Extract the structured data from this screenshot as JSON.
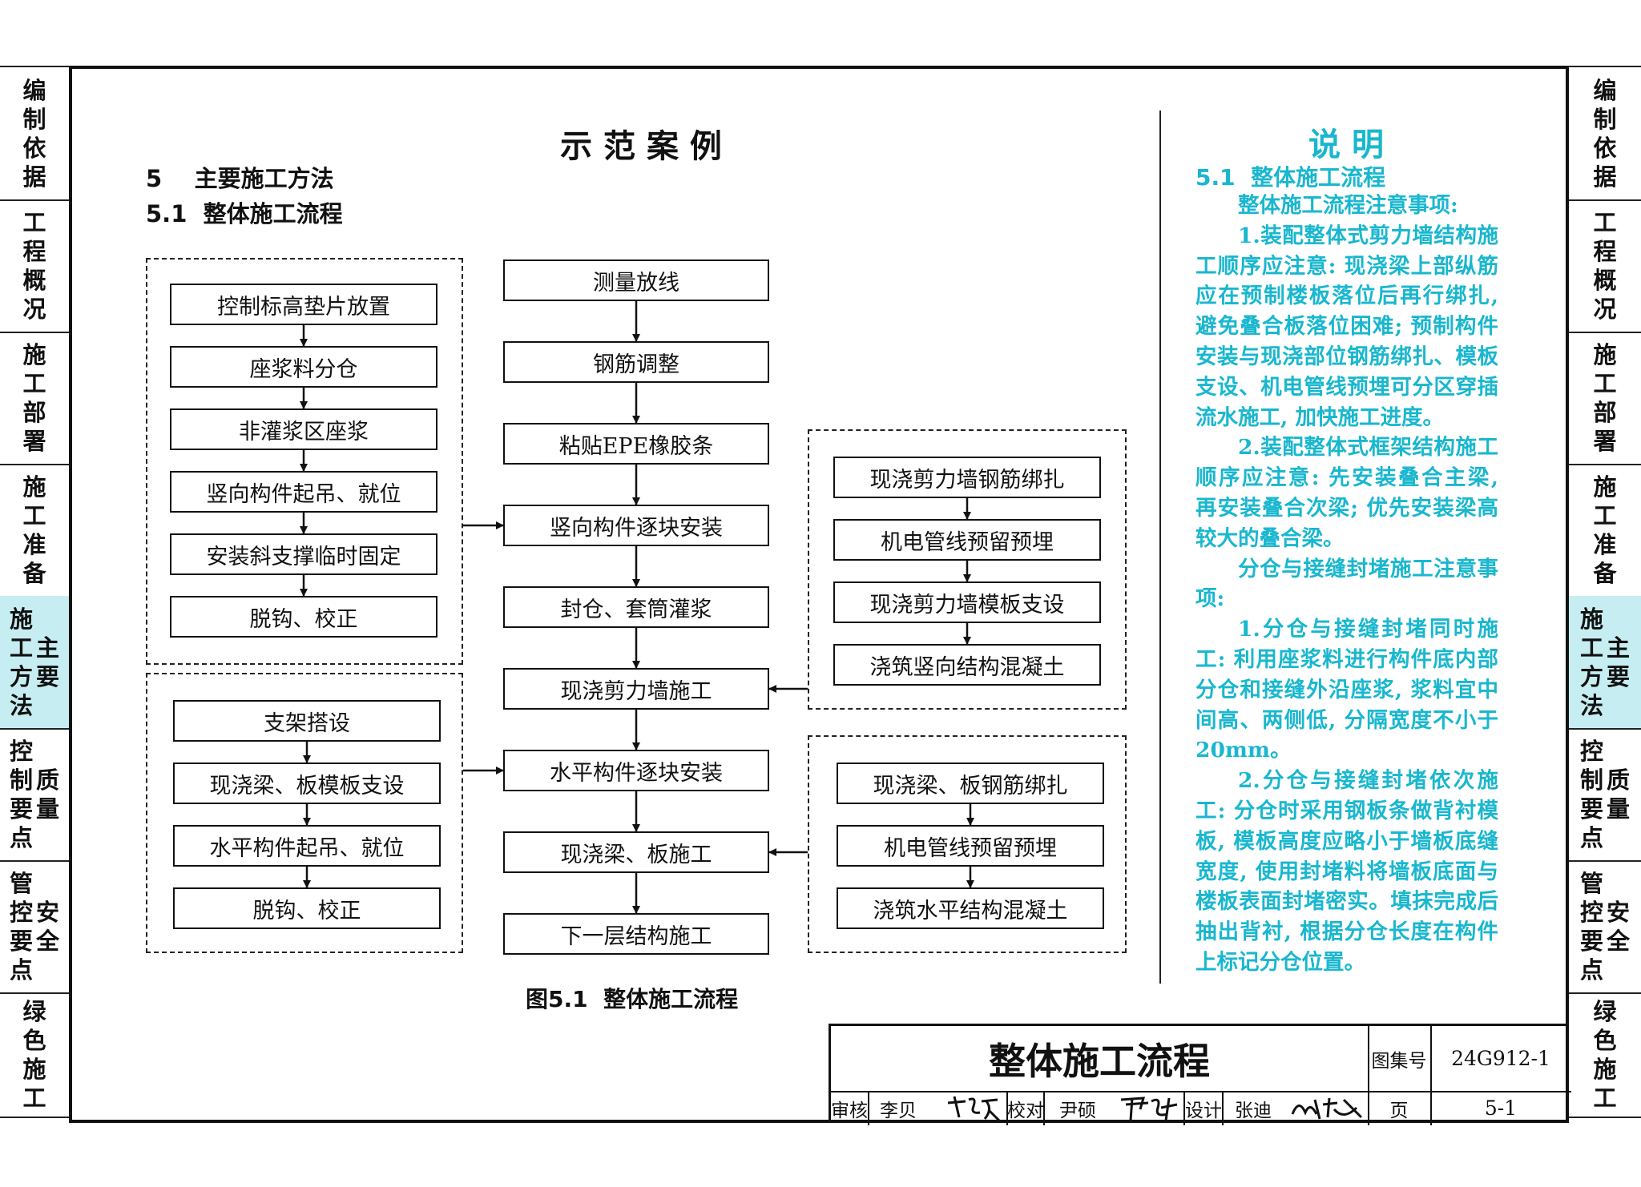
{
  "sidebar": {
    "items": [
      {
        "label": "编\n制\n依\n据",
        "label2": "",
        "active": false
      },
      {
        "label": "工\n程\n概\n况",
        "label2": "",
        "active": false
      },
      {
        "label": "施\n工\n部\n署",
        "label2": "",
        "active": false
      },
      {
        "label": "施\n工\n准\n备",
        "label2": "",
        "active": false
      },
      {
        "label": "施\n工\n方\n法",
        "label2": "主\n要",
        "active": true
      },
      {
        "label": "控\n制\n要\n点",
        "label2": "质\n量",
        "active": false
      },
      {
        "label": "管\n控\n要\n点",
        "label2": "安\n全",
        "active": false
      },
      {
        "label": "绿\n色\n施\n工",
        "label2": "",
        "active": false
      }
    ]
  },
  "header": {
    "title": "示 范 案 例",
    "section": "5    主要施工方法",
    "subsection": "5.1  整体施工流程"
  },
  "flow": {
    "center": [
      "测量放线",
      "钢筋调整",
      "粘贴EPE橡胶条",
      "竖向构件逐块安装",
      "封仓、套筒灌浆",
      "现浇剪力墙施工",
      "水平构件逐块安装",
      "现浇梁、板施工",
      "下一层结构施工"
    ],
    "left_top": [
      "控制标高垫片放置",
      "座浆料分仓",
      "非灌浆区座浆",
      "竖向构件起吊、就位",
      "安装斜支撑临时固定",
      "脱钩、校正"
    ],
    "left_bottom": [
      "支架搭设",
      "现浇梁、板模板支设",
      "水平构件起吊、就位",
      "脱钩、校正"
    ],
    "right_top": [
      "现浇剪力墙钢筋绑扎",
      "机电管线预留预埋",
      "现浇剪力墙模板支设",
      "浇筑竖向结构混凝土"
    ],
    "right_bottom": [
      "现浇梁、板钢筋绑扎",
      "机电管线预留预埋",
      "浇筑水平结构混凝土"
    ],
    "caption": "图5.1  整体施工流程"
  },
  "notes": {
    "title": "说 明",
    "heading": "5.1  整体施工流程",
    "paragraphs": [
      "整体施工流程注意事项:",
      "1.装配整体式剪力墙结构施工顺序应注意: 现浇梁上部纵筋应在预制楼板落位后再行绑扎, 避免叠合板落位困难; 预制构件安装与现浇部位钢筋绑扎、模板支设、机电管线预埋可分区穿插流水施工, 加快施工进度。",
      "2.装配整体式框架结构施工顺序应注意: 先安装叠合主梁, 再安装叠合次梁; 优先安装梁高较大的叠合梁。",
      "分仓与接缝封堵施工注意事项:",
      "1.分仓与接缝封堵同时施工: 利用座浆料进行构件底内部分仓和接缝外沿座浆, 浆料宜中间高、两侧低, 分隔宽度不小于20mm。",
      "2.分仓与接缝封堵依次施工: 分仓时采用钢板条做背衬模板, 模板高度应略小于墙板底缝宽度, 使用封堵料将墙板底面与楼板表面封堵密实。填抹完成后抽出背衬, 根据分仓长度在构件上标记分仓位置。"
    ]
  },
  "title_block": {
    "title": "整体施工流程",
    "atlas_label": "图集号",
    "atlas_no": "24G912-1",
    "review_label": "审核",
    "reviewer": "李贝",
    "check_label": "校对",
    "checker": "尹硕",
    "design_label": "设计",
    "designer": "张迪",
    "page_label": "页",
    "page_no": "5-1"
  },
  "colors": {
    "accent": "#19b7cf",
    "active_tab": "#c6eef2",
    "line": "#111111"
  }
}
